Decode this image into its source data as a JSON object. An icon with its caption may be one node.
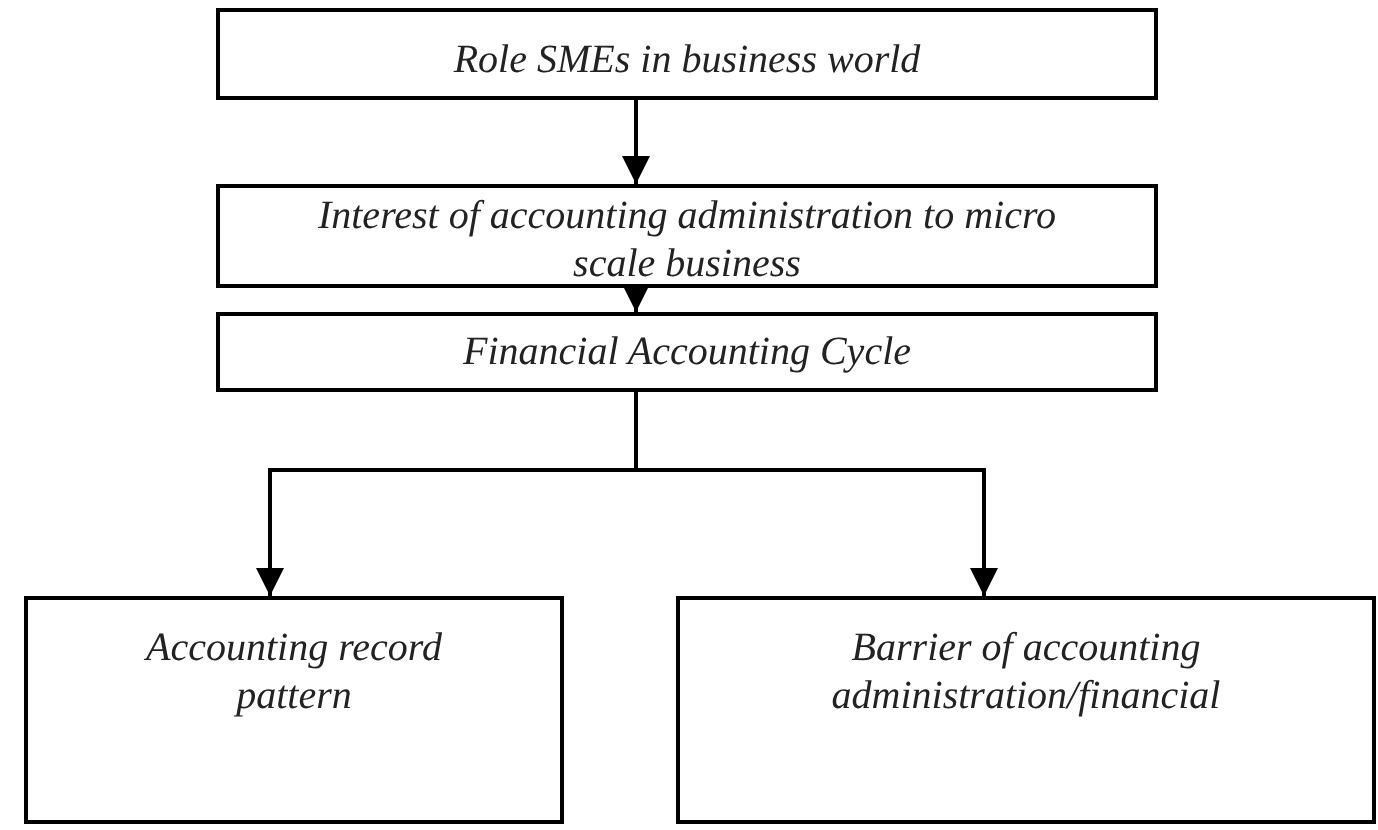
{
  "diagram": {
    "nodes": [
      {
        "text": [
          "Role SMEs in business world"
        ]
      },
      {
        "text": [
          "Interest of accounting administration to micro scale business"
        ]
      },
      {
        "text": [
          "Financial Accounting Cycle"
        ]
      },
      {
        "text": [
          "Accounting record pattern"
        ]
      },
      {
        "text": [
          "Barrier of accounting administration/financial"
        ]
      }
    ],
    "edges": [
      {
        "from": 0,
        "to": 1,
        "arrow": "to"
      },
      {
        "from": 1,
        "to": 2,
        "arrow": "to"
      },
      {
        "from": 2,
        "to": 3,
        "arrow": "to"
      },
      {
        "from": 2,
        "to": 4,
        "arrow": "to"
      }
    ]
  }
}
